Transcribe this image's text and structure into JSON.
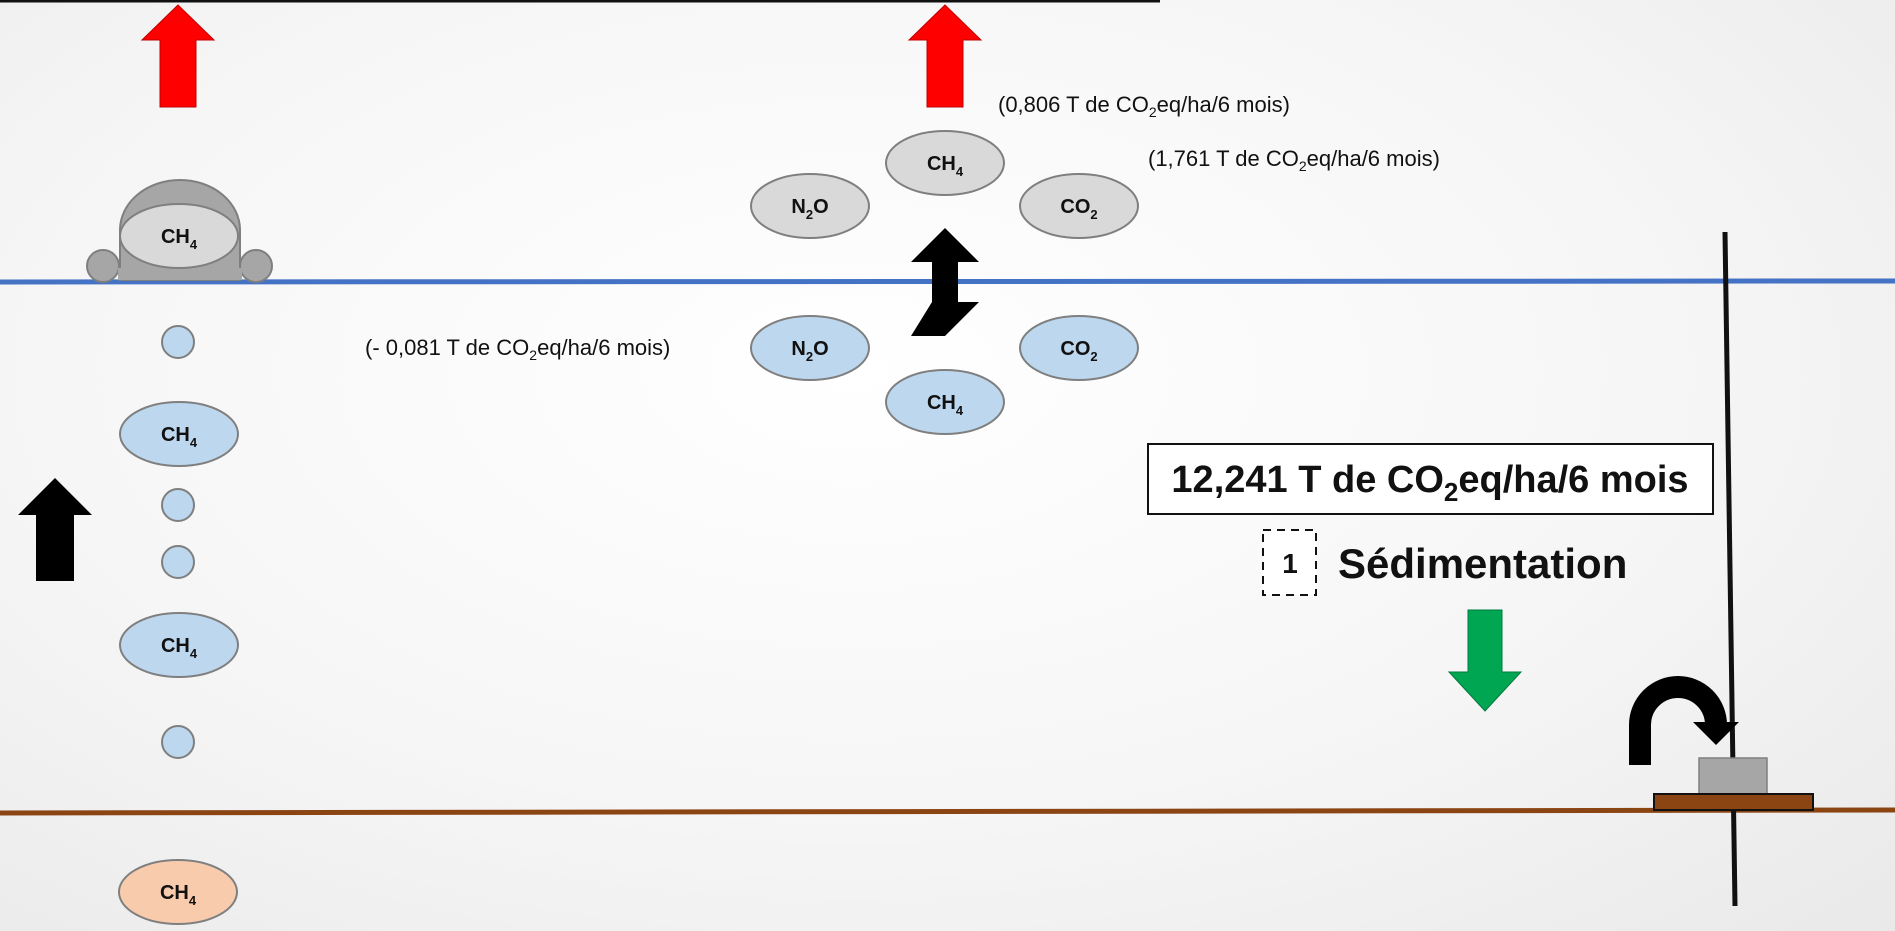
{
  "colors": {
    "air_gas": "#d9d9d9",
    "water_gas": "#bdd7ee",
    "sediment_gas": "#f8cbad",
    "water_line": "#4472c4",
    "sediment_line": "#8b4513",
    "emission_arrow": "#ff0000",
    "sedimentation_arrow": "#00a651"
  },
  "gases": {
    "ch4": "CH",
    "ch4_sub": "4",
    "co2": "CO",
    "co2_sub": "2",
    "n2o_start": "N",
    "n2o_sub": "2",
    "n2o_end": "O"
  },
  "fluxes": {
    "ch4_flux": {
      "prefix": "(0,806 T de CO",
      "sub": "2",
      "suffix": "eq/ha/6 mois)"
    },
    "co2_flux": {
      "prefix": "(1,761 T de CO",
      "sub": "2",
      "suffix": "eq/ha/6 mois)"
    },
    "n2o_flux": {
      "prefix": "(- 0,081 T de CO",
      "sub": "2",
      "suffix": "eq/ha/6 mois)"
    }
  },
  "sedimentation": {
    "value": {
      "prefix": "12,241 T de CO",
      "sub": "2",
      "suffix": "eq/ha/6 mois"
    },
    "step_number": "1",
    "label": "Sédimentation"
  },
  "icons": {
    "emission_arrows": "red-up-arrow",
    "ebullition_arrow": "black-up-arrow",
    "diffusion_arrow": "black-double-arrow",
    "sedimentation_arrow": "green-down-arrow",
    "trap_arrow": "curved-arrow",
    "chamber": "floating-chamber",
    "sediment_trap": "sediment-trap"
  }
}
